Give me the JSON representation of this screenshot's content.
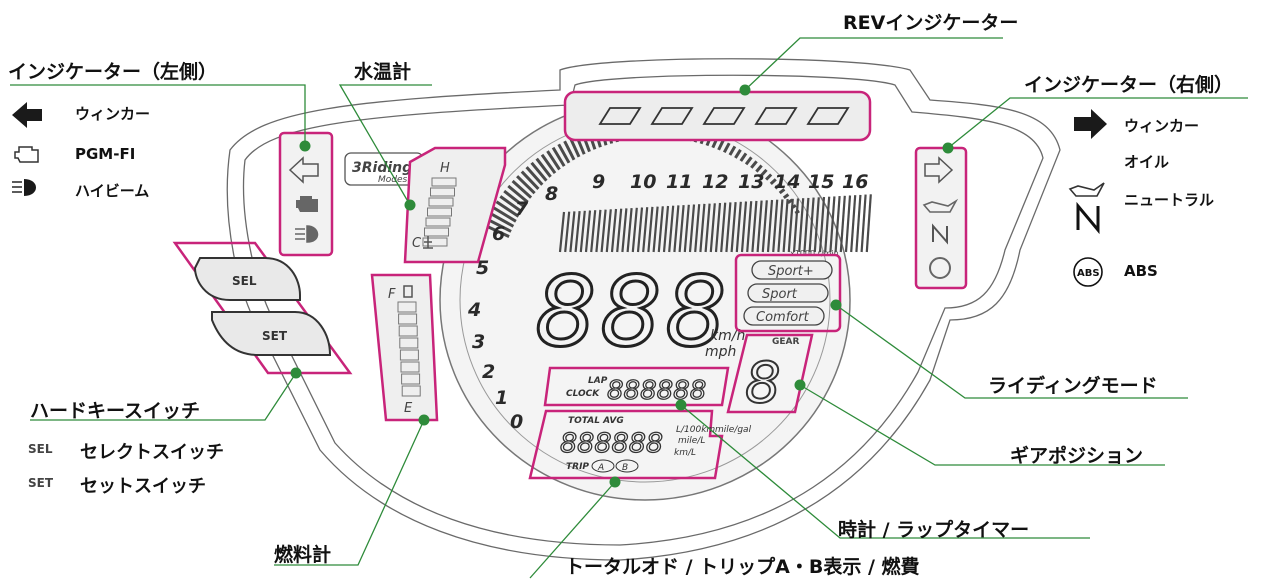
{
  "labels": {
    "rev_indicator": "REVインジケーター",
    "indicator_left": "インジケーター（左側）",
    "water_temp": "水温計",
    "indicator_right": "インジケーター（右側）",
    "hard_key_switch": "ハードキースイッチ",
    "fuel_gauge": "燃料計",
    "riding_mode": "ライディングモード",
    "gear_position": "ギアポジション",
    "clock_lap": "時計 / ラップタイマー",
    "odo_trip": "トータルオド / トリップA・B表示 / 燃費"
  },
  "legend_left": [
    {
      "icon": "turn-left-arrow-icon",
      "text": "ウィンカー"
    },
    {
      "icon": "engine-check-icon",
      "text": "PGM-FI"
    },
    {
      "icon": "high-beam-icon",
      "text": "ハイビーム"
    }
  ],
  "legend_right": [
    {
      "icon": "turn-right-arrow-icon",
      "text": "ウィンカー"
    },
    {
      "icon": "oil-can-icon",
      "text": "オイル"
    },
    {
      "icon": "neutral-n-icon",
      "text": "ニュートラル"
    },
    {
      "icon": "abs-icon",
      "text": "ABS"
    }
  ],
  "switch_legend": [
    {
      "code": "SEL",
      "text": "セレクトスイッチ"
    },
    {
      "code": "SET",
      "text": "セットスイッチ"
    }
  ],
  "meter": {
    "rpm_ticks": [
      "0",
      "1",
      "2",
      "3",
      "4",
      "5",
      "6",
      "7",
      "8",
      "9",
      "10",
      "11",
      "12",
      "13",
      "14",
      "15",
      "16"
    ],
    "rpm_unit": "x1000 r/min",
    "speed_digits": "888",
    "speed_unit_kmh": "km/h",
    "speed_unit_mph": "mph",
    "brand_line1": "3Riding",
    "brand_line2": "Modes",
    "temp_h": "H",
    "temp_c": "C",
    "fuel_f": "F",
    "fuel_e": "E",
    "lap": "LAP",
    "clock": "CLOCK",
    "lap_digits": "888888",
    "total_avg": "TOTAL AVG",
    "odo_digits": "888888",
    "unit_lper100": "L/100km",
    "unit_mpg": "mile/gal",
    "unit_mpl": "mile/L",
    "unit_kml": "km/L",
    "trip": "TRIP",
    "trip_a": "A",
    "trip_b": "B",
    "gear": "GEAR",
    "gear_digit": "8",
    "key_sel": "SEL",
    "key_set": "SET",
    "modes": [
      "Sport+",
      "Sport",
      "Comfort"
    ]
  },
  "colors": {
    "highlight": "#c8247a",
    "leader": "#2e8b3a",
    "lcd": "#3a3a3a",
    "frame": "#555555"
  }
}
